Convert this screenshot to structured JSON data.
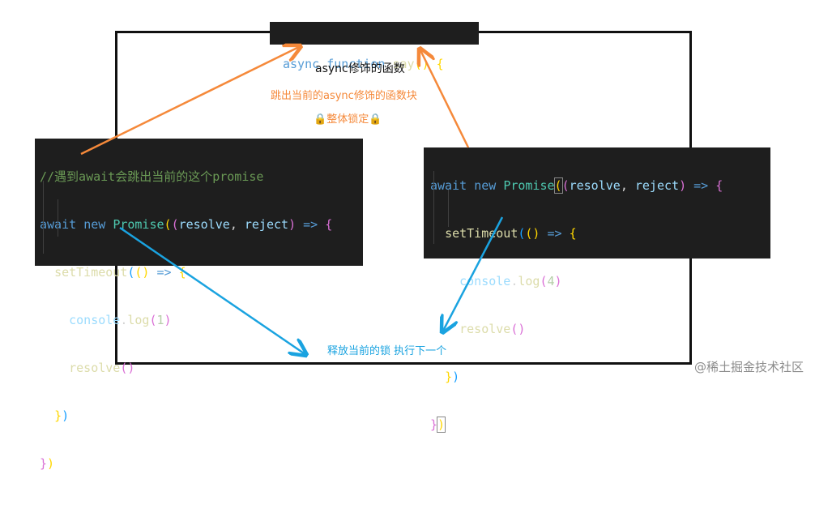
{
  "top_code": {
    "keyword1": "async",
    "keyword2": "function",
    "fn_name": "say",
    "parens": "()",
    "brace": "{"
  },
  "labels": {
    "async_label": "async修饰的函数",
    "jump_out": "跳出当前的async修饰的函数块",
    "lock": "整体锁定",
    "release": "释放当前的锁 执行下一个"
  },
  "left_code": {
    "comment": "//遇到await会跳出当前的这个promise",
    "await": "await",
    "new": "new",
    "promise": "Promise",
    "resolve": "resolve",
    "reject": "reject",
    "arrow": "=>",
    "settimeout": "setTimeout",
    "console": "console",
    "log": "log",
    "log_value": "1",
    "resolve_call": "resolve"
  },
  "right_code": {
    "await": "await",
    "new": "new",
    "promise": "Promise",
    "resolve": "resolve",
    "reject": "reject",
    "arrow": "=>",
    "settimeout": "setTimeout",
    "console": "console",
    "log": "log",
    "log_value": "4",
    "resolve_call": "resolve"
  },
  "watermark": "@稀土掘金技术社区",
  "colors": {
    "orange": "#f5893a",
    "blue": "#1aa3e0",
    "frame": "#111111",
    "code_bg": "#1e1e1e"
  }
}
